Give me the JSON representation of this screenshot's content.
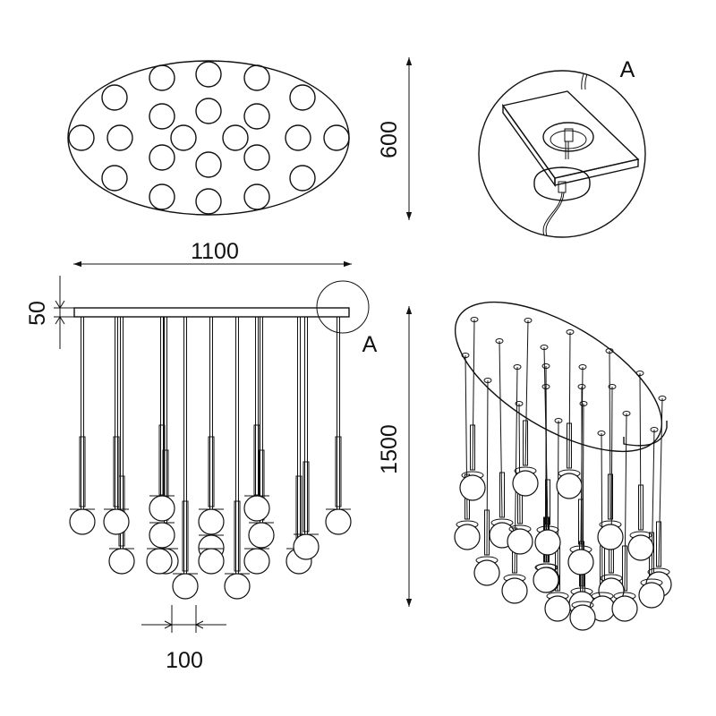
{
  "dimensions": {
    "width": "1100",
    "depth": "600",
    "height": "1500",
    "canopy_thickness": "50",
    "globe_spacing": "100"
  },
  "detail": {
    "callout_label": "A",
    "detail_label": "A"
  }
}
